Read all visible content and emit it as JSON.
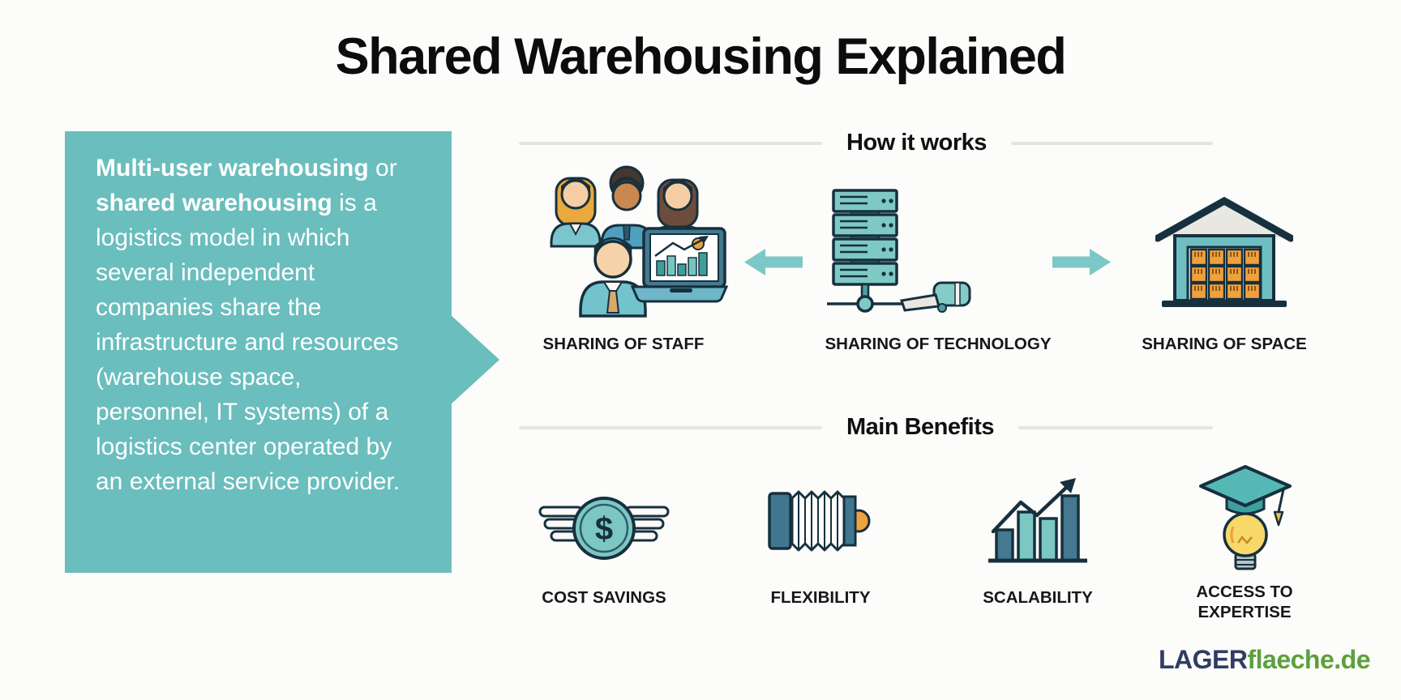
{
  "title": "Shared Warehousing Explained",
  "info_box": {
    "segments": [
      {
        "text": "Multi-user warehousing",
        "bold": true
      },
      {
        "text": " or ",
        "bold": false
      },
      {
        "text": "shared warehousing",
        "bold": true
      },
      {
        "text": " is a logistics model in which several independent companies share the infrastructure and resources (warehouse space, personnel, IT systems) of a logistics center operated by an external service provider.",
        "bold": false
      }
    ]
  },
  "sections": {
    "how_it_works": {
      "heading": "How it works",
      "items": [
        {
          "label": "SHARING OF STAFF",
          "icon": "staff-group-icon"
        },
        {
          "label": "SHARING OF TECHNOLOGY",
          "icon": "server-stack-icon"
        },
        {
          "label": "SHARING OF SPACE",
          "icon": "warehouse-icon"
        }
      ]
    },
    "main_benefits": {
      "heading": "Main Benefits",
      "items": [
        {
          "label": "COST SAVINGS",
          "icon": "winged-dollar-coin-icon"
        },
        {
          "label": "FLEXIBILITY",
          "icon": "accordion-bellows-icon"
        },
        {
          "label": "SCALABILITY",
          "icon": "growth-bar-chart-icon"
        },
        {
          "label": "ACCESS TO EXPERTISE",
          "icon": "graduation-cap-bulb-icon"
        }
      ]
    }
  },
  "icons": {
    "coin_symbol": "$"
  },
  "logo": {
    "part_bold": "LAGER",
    "part_accent": "flaeche.de"
  },
  "colors": {
    "callout_teal": "#6ABEBD",
    "arrow_teal": "#7CC8C6",
    "icon_teal": "#7FC9C4",
    "dark_outline": "#16303E",
    "dark_blue": "#44798F",
    "orange": "#F0A23E",
    "rule_gray": "#E8E4DD",
    "logo_navy": "#2F3D63",
    "logo_green": "#5CA03C"
  }
}
